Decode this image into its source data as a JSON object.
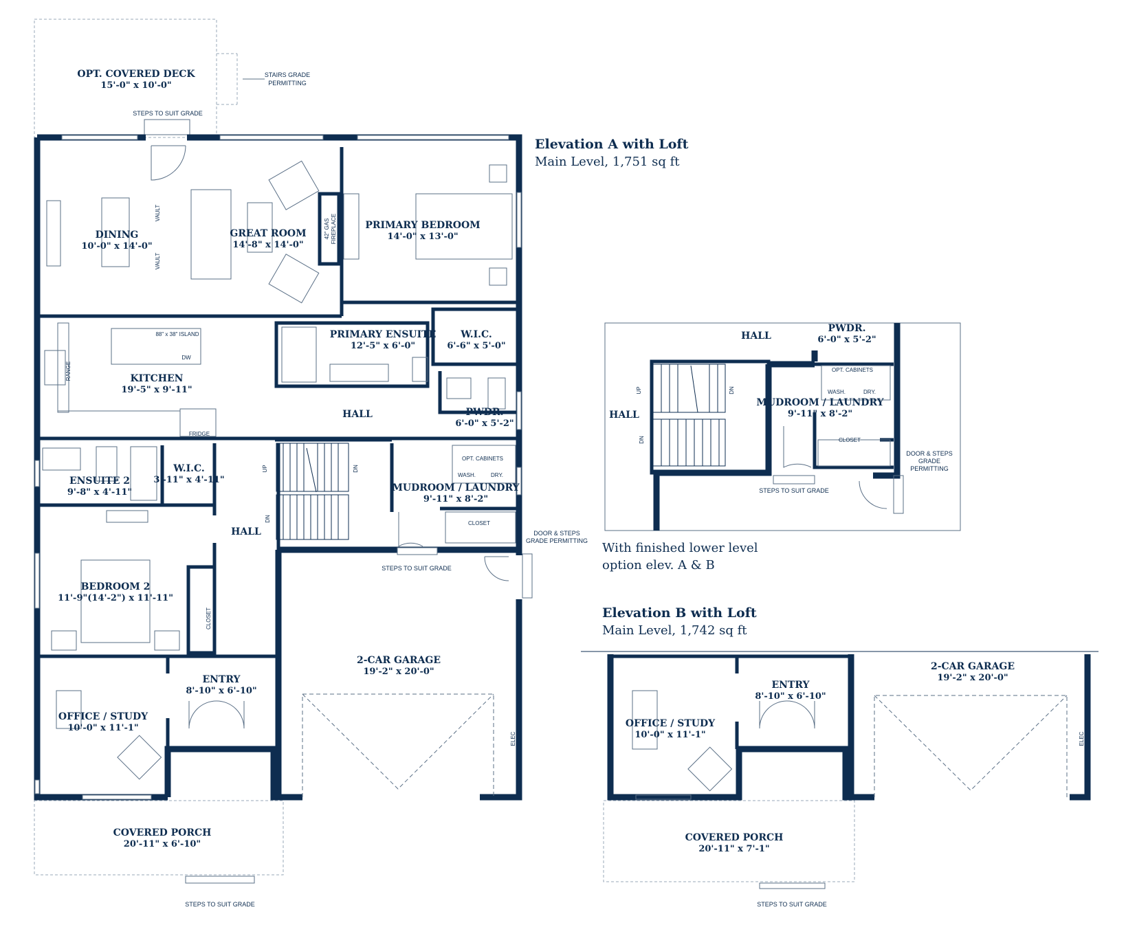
{
  "elevation_a": {
    "title": "Elevation A with Loft",
    "subtitle": "Main Level, 1,751 sq ft",
    "rooms": [
      {
        "name": "OPT. COVERED DECK",
        "dim": "15'-0\" x 10'-0\""
      },
      {
        "name": "DINING",
        "dim": "10'-0\" x 14'-0\""
      },
      {
        "name": "GREAT ROOM",
        "dim": "14'-8\" x 14'-0\""
      },
      {
        "name": "PRIMARY BEDROOM",
        "dim": "14'-0\" x 13'-0\""
      },
      {
        "name": "PRIMARY ENSUITE",
        "dim": "12'-5\" x 6'-0\""
      },
      {
        "name": "W.I.C.",
        "dim": "6'-6\" x 5'-0\""
      },
      {
        "name": "KITCHEN",
        "dim": "19'-5\" x 9'-11\""
      },
      {
        "name": "PWDR.",
        "dim": "6'-0\" x 5'-2\""
      },
      {
        "name": "HALL",
        "dim": ""
      },
      {
        "name": "ENSUITE 2",
        "dim": "9'-8\" x 4'-11\""
      },
      {
        "name": "W.I.C.",
        "dim": "3'-11\" x 4'-11\""
      },
      {
        "name": "MUDROOM / LAUNDRY",
        "dim": "9'-11\" x 8'-2\""
      },
      {
        "name": "HALL",
        "dim": ""
      },
      {
        "name": "BEDROOM 2",
        "dim": "11'-9\"(14'-2\") x 11'-11\""
      },
      {
        "name": "2-CAR GARAGE",
        "dim": "19'-2\" x 20'-0\""
      },
      {
        "name": "ENTRY",
        "dim": "8'-10\" x 6'-10\""
      },
      {
        "name": "OFFICE / STUDY",
        "dim": "10'-0\" x 11'-1\""
      },
      {
        "name": "COVERED PORCH",
        "dim": "20'-11\" x 6'-10\""
      }
    ],
    "notes": {
      "stairs_grade": [
        "STAIRS GRADE",
        "PERMITTING"
      ],
      "steps_deck": "STEPS TO SUIT GRADE",
      "steps_mudroom": "STEPS TO SUIT GRADE",
      "steps_porch": "STEPS TO SUIT GRADE",
      "door_steps": [
        "DOOR & STEPS",
        "GRADE PERMITTING"
      ],
      "vault_1": "VAULT",
      "vault_2": "VAULT",
      "fireplace": [
        "42\" GAS",
        "FIREPLACE"
      ],
      "island": "88\" x 38\" ISLAND",
      "dw": "DW",
      "range": "RANGE",
      "fridge": "FRIDGE",
      "opt_cabinets": "OPT. CABINETS",
      "wash": "WASH.",
      "dry": "DRY.",
      "closet_laundry": "CLOSET",
      "closet_hall": "CLOSET",
      "up": "UP",
      "dn_1": "DN",
      "dn_2": "DN",
      "elec": "ELEC"
    }
  },
  "lower_option": {
    "caption_1": "With finished lower level",
    "caption_2": "option elev. A & B",
    "rooms": [
      {
        "name": "HALL",
        "dim": ""
      },
      {
        "name": "PWDR.",
        "dim": "6'-0\" x 5'-2\""
      },
      {
        "name": "HALL",
        "dim": ""
      },
      {
        "name": "MUDROOM / LAUNDRY",
        "dim": "9'-11\" x 8'-2\""
      }
    ],
    "notes": {
      "opt_cabinets": "OPT. CABINETS",
      "wash": "WASH.",
      "dry": "DRY.",
      "closet": "CLOSET",
      "door_steps": [
        "DOOR & STEPS",
        "GRADE",
        "PERMITTING"
      ],
      "steps": "STEPS TO SUIT GRADE",
      "up": "UP",
      "dn_1": "DN",
      "dn_2": "DN"
    }
  },
  "elevation_b": {
    "title": "Elevation B with Loft",
    "subtitle": "Main Level, 1,742 sq ft",
    "rooms": [
      {
        "name": "ENTRY",
        "dim": "8'-10\" x 6'-10\""
      },
      {
        "name": "OFFICE / STUDY",
        "dim": "10'-0\" x 11'-1\""
      },
      {
        "name": "2-CAR GARAGE",
        "dim": "19'-2\" x 20'-0\""
      },
      {
        "name": "COVERED PORCH",
        "dim": "20'-11\" x 7'-1\""
      }
    ],
    "notes": {
      "steps": "STEPS TO SUIT GRADE",
      "elec": "ELEC"
    }
  },
  "colors": {
    "wall": "#0e2d50",
    "line": "#5a6f86",
    "light": "#9aa9ba"
  }
}
